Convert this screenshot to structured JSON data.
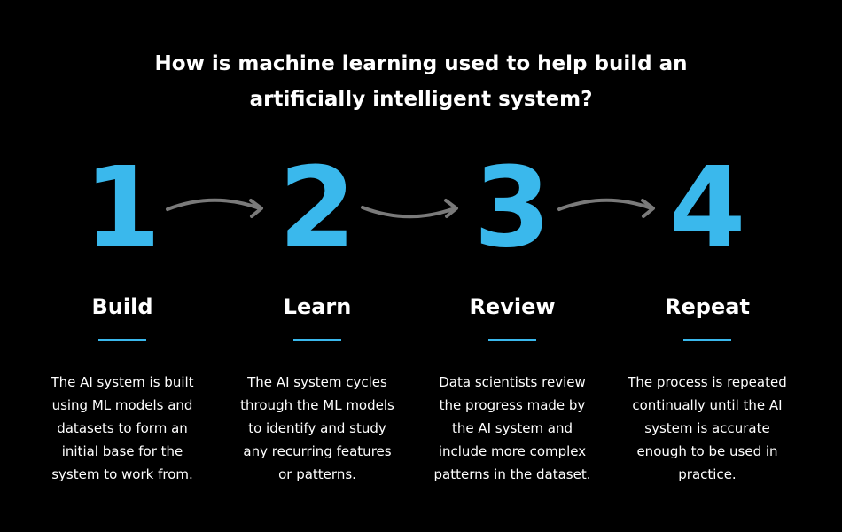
{
  "title": {
    "line1": "How is machine learning used to help build an",
    "line2": "artificially intelligent system?"
  },
  "steps": [
    {
      "number": "1",
      "name": "Build",
      "description_lines": [
        "The AI system is built",
        "using ML models and",
        "datasets to form an",
        "initial base for the",
        "system to work from."
      ]
    },
    {
      "number": "2",
      "name": "Learn",
      "description_lines": [
        "The AI system cycles",
        "through the ML models",
        "to identify and study",
        "any recurring features",
        "or patterns."
      ]
    },
    {
      "number": "3",
      "name": "Review",
      "description_lines": [
        "Data scientists review",
        "the progress made by",
        "the AI system and",
        "include more complex",
        "patterns in the dataset."
      ]
    },
    {
      "number": "4",
      "name": "Repeat",
      "description_lines": [
        "The process is repeated",
        "continually until the AI",
        "system is accurate",
        "enough to be used in",
        "practice."
      ]
    }
  ],
  "colors": {
    "background": "#000000",
    "accent": "#3ab8ec",
    "text": "#ffffff",
    "arrow": "#7a7a7a"
  },
  "icons": {
    "connector": "curved-arrow-right-icon"
  }
}
